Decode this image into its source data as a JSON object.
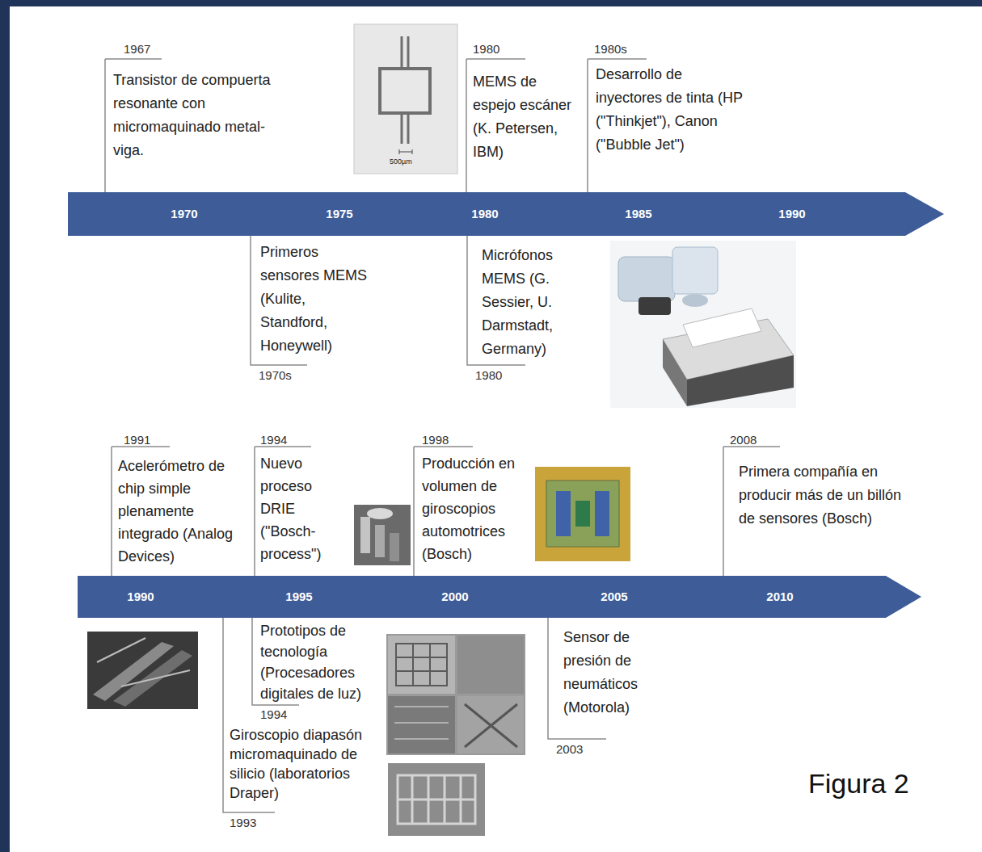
{
  "diagram": {
    "caption": "Figura 2",
    "nodes": [
      {
        "text": [
          "1970",
          "1975",
          "1980",
          "1985",
          "1990"
        ]
      },
      {
        "text": [
          "1990",
          "1995",
          "2000",
          "2005",
          "2010"
        ]
      }
    ],
    "labels": [
      "1967",
      "Transistor de compuerta resonante con micromaquinado metal-viga.",
      "500µm",
      "1980",
      "MEMS de espejo escáner (K. Petersen, IBM)",
      "1980s",
      "Desarrollo de inyectores de tinta (HP (\"Thinkjet\"), Canon (\"Bubble Jet\")",
      "Primeros sensores MEMS (Kulite, Standford, Honeywell)",
      "1970s",
      "Micrófonos MEMS (G. Sessier, U. Darmstadt, Germany)",
      "1980",
      "1991",
      "Acelerómetro de chip simple plenamente integrado (Analog Devices)",
      "1994",
      "Nuevo proceso DRIE (\"Bosch-process\")",
      "1998",
      "Producción en volumen de giroscopios automotrices (Bosch)",
      "2008",
      "Primera compañía en producir más de un billón de sensores (Bosch)",
      "Prototipos de tecnología (Procesadores digitales de luz)",
      "1994",
      "Giroscopio diapasón micromaquinado de silicio (laboratorios Draper)",
      "1993",
      "Sensor de presión de neumáticos (Motorola)",
      "2003"
    ]
  }
}
